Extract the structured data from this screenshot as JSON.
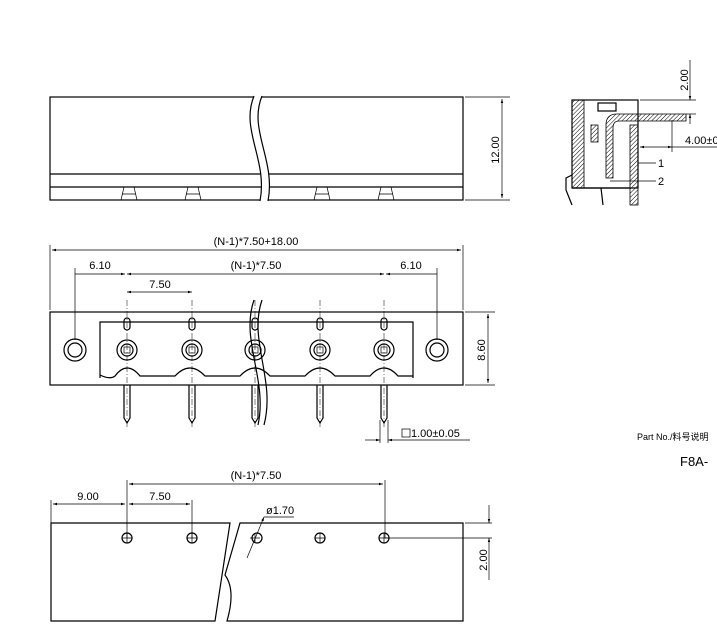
{
  "drawing": {
    "top_view": {
      "height_dim": "12.00"
    },
    "side_view": {
      "top_dim": "2.00",
      "offset_dim": "4.00±0",
      "callouts": [
        "1",
        "2"
      ]
    },
    "front_view": {
      "overall_dim": "(N-1)*7.50+18.00",
      "span_dim": "(N-1)*7.50",
      "left_edge_dim": "6.10",
      "right_edge_dim": "6.10",
      "pitch_dim": "7.50",
      "height_dim": "8.60",
      "pin_dim": "1.00±0.05"
    },
    "pcb_layout": {
      "span_dim": "(N-1)*7.50",
      "edge_dim": "9.00",
      "pitch_dim": "7.50",
      "hole_dim": "ø1.70",
      "offset_dim": "2.00"
    },
    "part_label": "Part No./料号说明",
    "part_number": "F8A-"
  }
}
